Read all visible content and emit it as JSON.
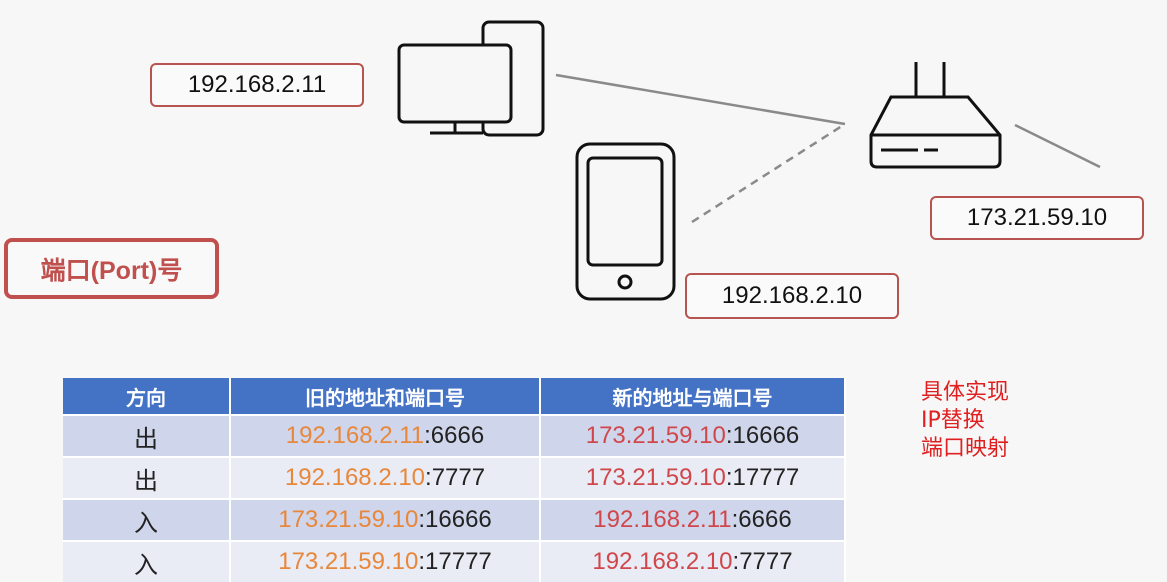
{
  "ip_labels": {
    "pc": "192.168.2.11",
    "router": "173.21.59.10",
    "phone": "192.168.2.10"
  },
  "title": "端口(Port)号",
  "table": {
    "headers": [
      "方向",
      "旧的地址和端口号",
      "新的地址与端口号"
    ],
    "rows": [
      {
        "direction": "出",
        "old_ip": "192.168.2.11",
        "old_port": ":6666",
        "new_ip": "173.21.59.10",
        "new_port": ":16666"
      },
      {
        "direction": "出",
        "old_ip": "192.168.2.10",
        "old_port": ":7777",
        "new_ip": "173.21.59.10",
        "new_port": ":17777"
      },
      {
        "direction": "入",
        "old_ip": "173.21.59.10",
        "old_port": ":16666",
        "new_ip": "192.168.2.11",
        "new_port": ":6666"
      },
      {
        "direction": "入",
        "old_ip": "173.21.59.10",
        "old_port": ":17777",
        "new_ip": "192.168.2.10",
        "new_port": ":7777"
      }
    ]
  },
  "notes": [
    "具体实现",
    "IP替换",
    "端口映射"
  ],
  "colors": {
    "accent_red": "#c0504d",
    "header_blue": "#4472c4",
    "orange_ip": "#e8873a",
    "red_ip": "#d0474b",
    "note_red": "#e02020"
  }
}
